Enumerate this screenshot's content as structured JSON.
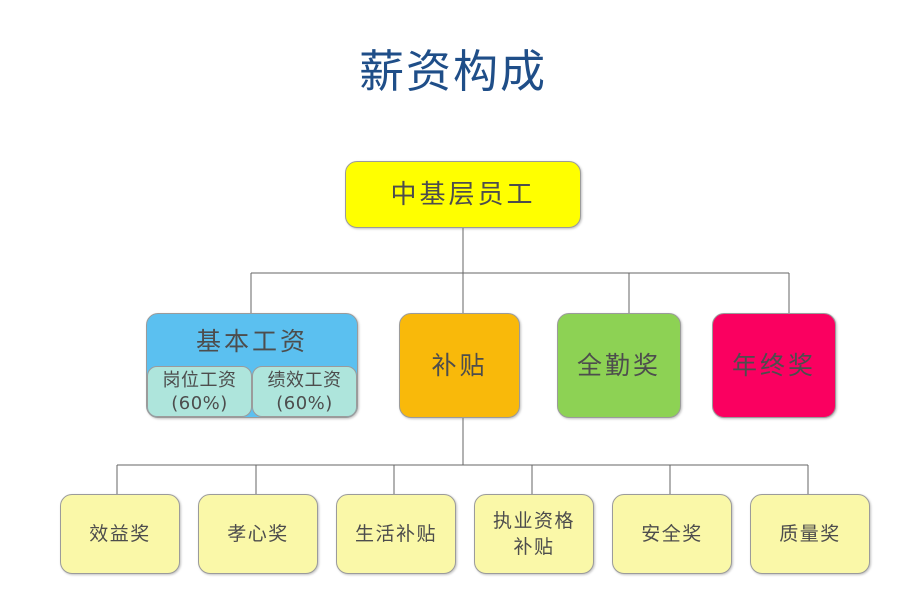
{
  "title": "薪资构成",
  "title_color": "#1f4e88",
  "background": "#ffffff",
  "diagram": {
    "type": "organizational-tree",
    "root": {
      "id": "mid-junior-staff",
      "label": "中基层员工",
      "color": "#ffff00"
    },
    "level2": [
      {
        "id": "base-salary",
        "label": "基本工资",
        "color": "#5bc0f0",
        "children": [
          {
            "id": "post-salary",
            "label": "岗位工资\n(60%)",
            "color": "#aee5dc"
          },
          {
            "id": "performance-salary",
            "label": "绩效工资\n(60%)",
            "color": "#aee5dc"
          }
        ]
      },
      {
        "id": "allowance",
        "label": "补贴",
        "color": "#f9b90a"
      },
      {
        "id": "full-attendance-bonus",
        "label": "全勤奖",
        "color": "#8dd254"
      },
      {
        "id": "year-end-bonus",
        "label": "年终奖",
        "color": "#fa0060"
      }
    ],
    "level3": [
      {
        "id": "benefit-bonus",
        "label": "效益奖",
        "color": "#faf8a8"
      },
      {
        "id": "filial-piety-bonus",
        "label": "孝心奖",
        "color": "#faf8a8"
      },
      {
        "id": "living-allowance",
        "label": "生活补贴",
        "color": "#faf8a8"
      },
      {
        "id": "qualification-allowance",
        "label": "执业资格\n补贴",
        "color": "#faf8a8"
      },
      {
        "id": "safety-bonus",
        "label": "安全奖",
        "color": "#faf8a8"
      },
      {
        "id": "quality-bonus",
        "label": "质量奖",
        "color": "#faf8a8"
      }
    ],
    "connector_color": "#666666"
  }
}
